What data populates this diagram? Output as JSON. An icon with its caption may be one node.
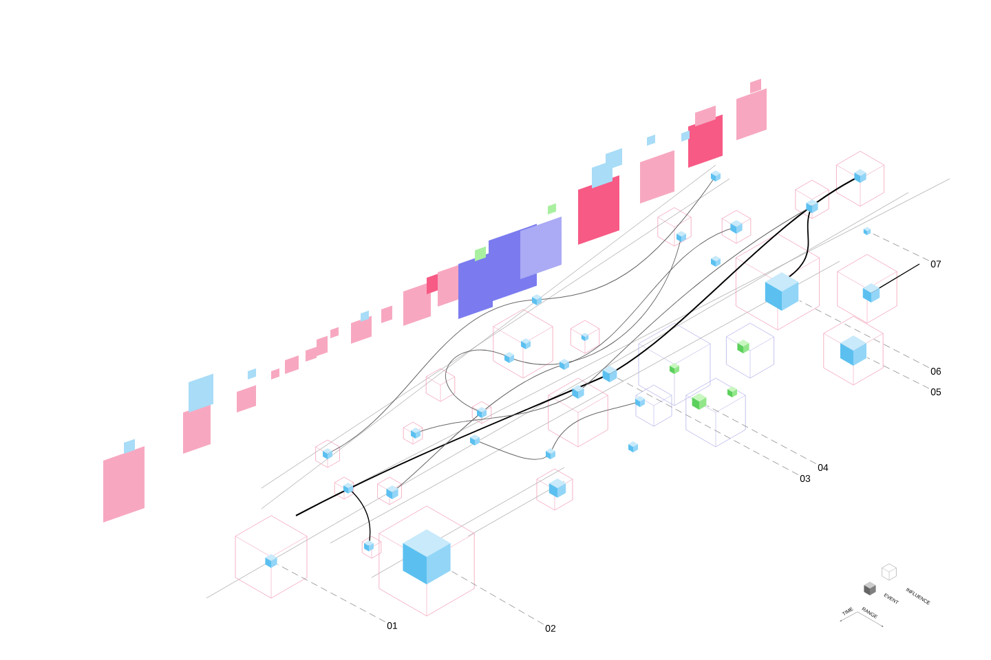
{
  "diagram": {
    "nodes": [
      {
        "text": [
          "01"
        ]
      },
      {
        "text": [
          "02"
        ]
      },
      {
        "text": [
          "03"
        ]
      },
      {
        "text": [
          "04"
        ]
      },
      {
        "text": [
          "05"
        ]
      },
      {
        "text": [
          "06"
        ]
      },
      {
        "text": [
          "07"
        ]
      },
      {
        "text": [],
        "shape": "box"
      },
      {
        "text": [],
        "shape": "box"
      },
      {
        "text": [],
        "shape": "box"
      },
      {
        "text": [],
        "shape": "box"
      },
      {
        "text": [],
        "shape": "box"
      },
      {
        "text": [],
        "shape": "box"
      },
      {
        "text": [],
        "shape": "box"
      }
    ],
    "edges": [
      {
        "from": 0,
        "to": 7,
        "arrow": "none"
      },
      {
        "from": 1,
        "to": 8,
        "arrow": "none"
      },
      {
        "from": 2,
        "to": 9,
        "arrow": "none"
      },
      {
        "from": 3,
        "to": 10,
        "arrow": "none"
      },
      {
        "from": 4,
        "to": 11,
        "arrow": "none"
      },
      {
        "from": 5,
        "to": 12,
        "arrow": "none"
      },
      {
        "from": 6,
        "to": 13,
        "arrow": "none"
      }
    ],
    "labels": [
      "TIME",
      "RANGE"
    ],
    "legend": [
      {
        "text": "EVENT"
      },
      {
        "text": "INFLUENCE"
      }
    ]
  }
}
